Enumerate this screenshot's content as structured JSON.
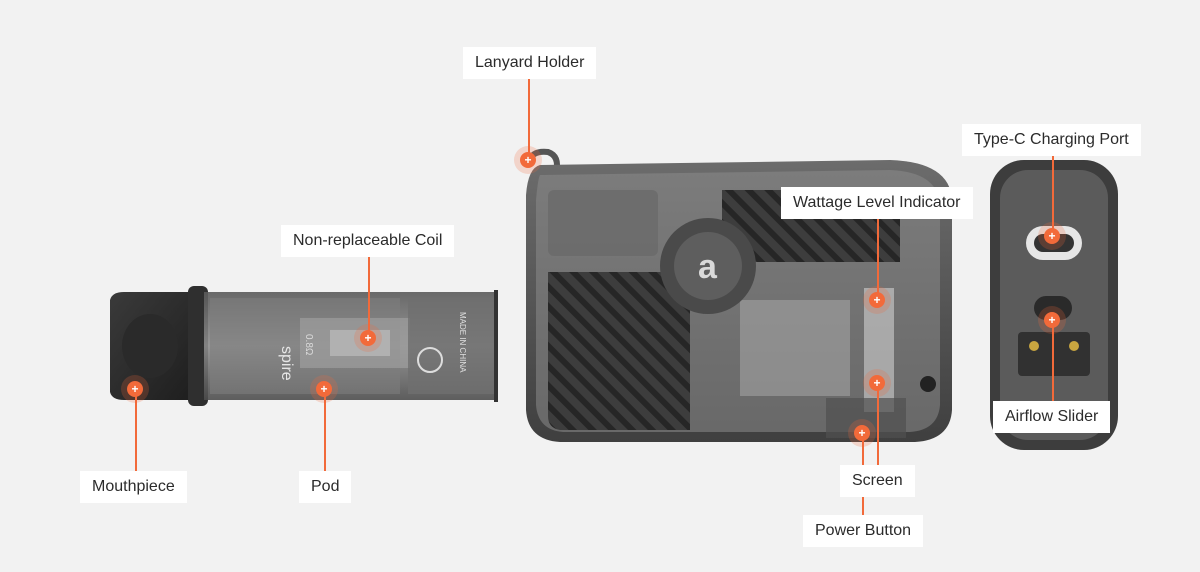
{
  "accent_color": "#f26a3a",
  "hotspot_glyph": "+",
  "labels": {
    "lanyard_holder": "Lanyard Holder",
    "non_replaceable_coil": "Non-replaceable Coil",
    "mouthpiece": "Mouthpiece",
    "pod": "Pod",
    "wattage_level_indicator": "Wattage Level Indicator",
    "type_c_charging_port": "Type-C Charging Port",
    "airflow_slider": "Airflow Slider",
    "screen": "Screen",
    "power_button": "Power Button"
  },
  "pod_print": {
    "brand": "spire",
    "coil_value": "0.8Ω",
    "made_in": "MADE IN CHINA"
  },
  "device_logo": "a"
}
